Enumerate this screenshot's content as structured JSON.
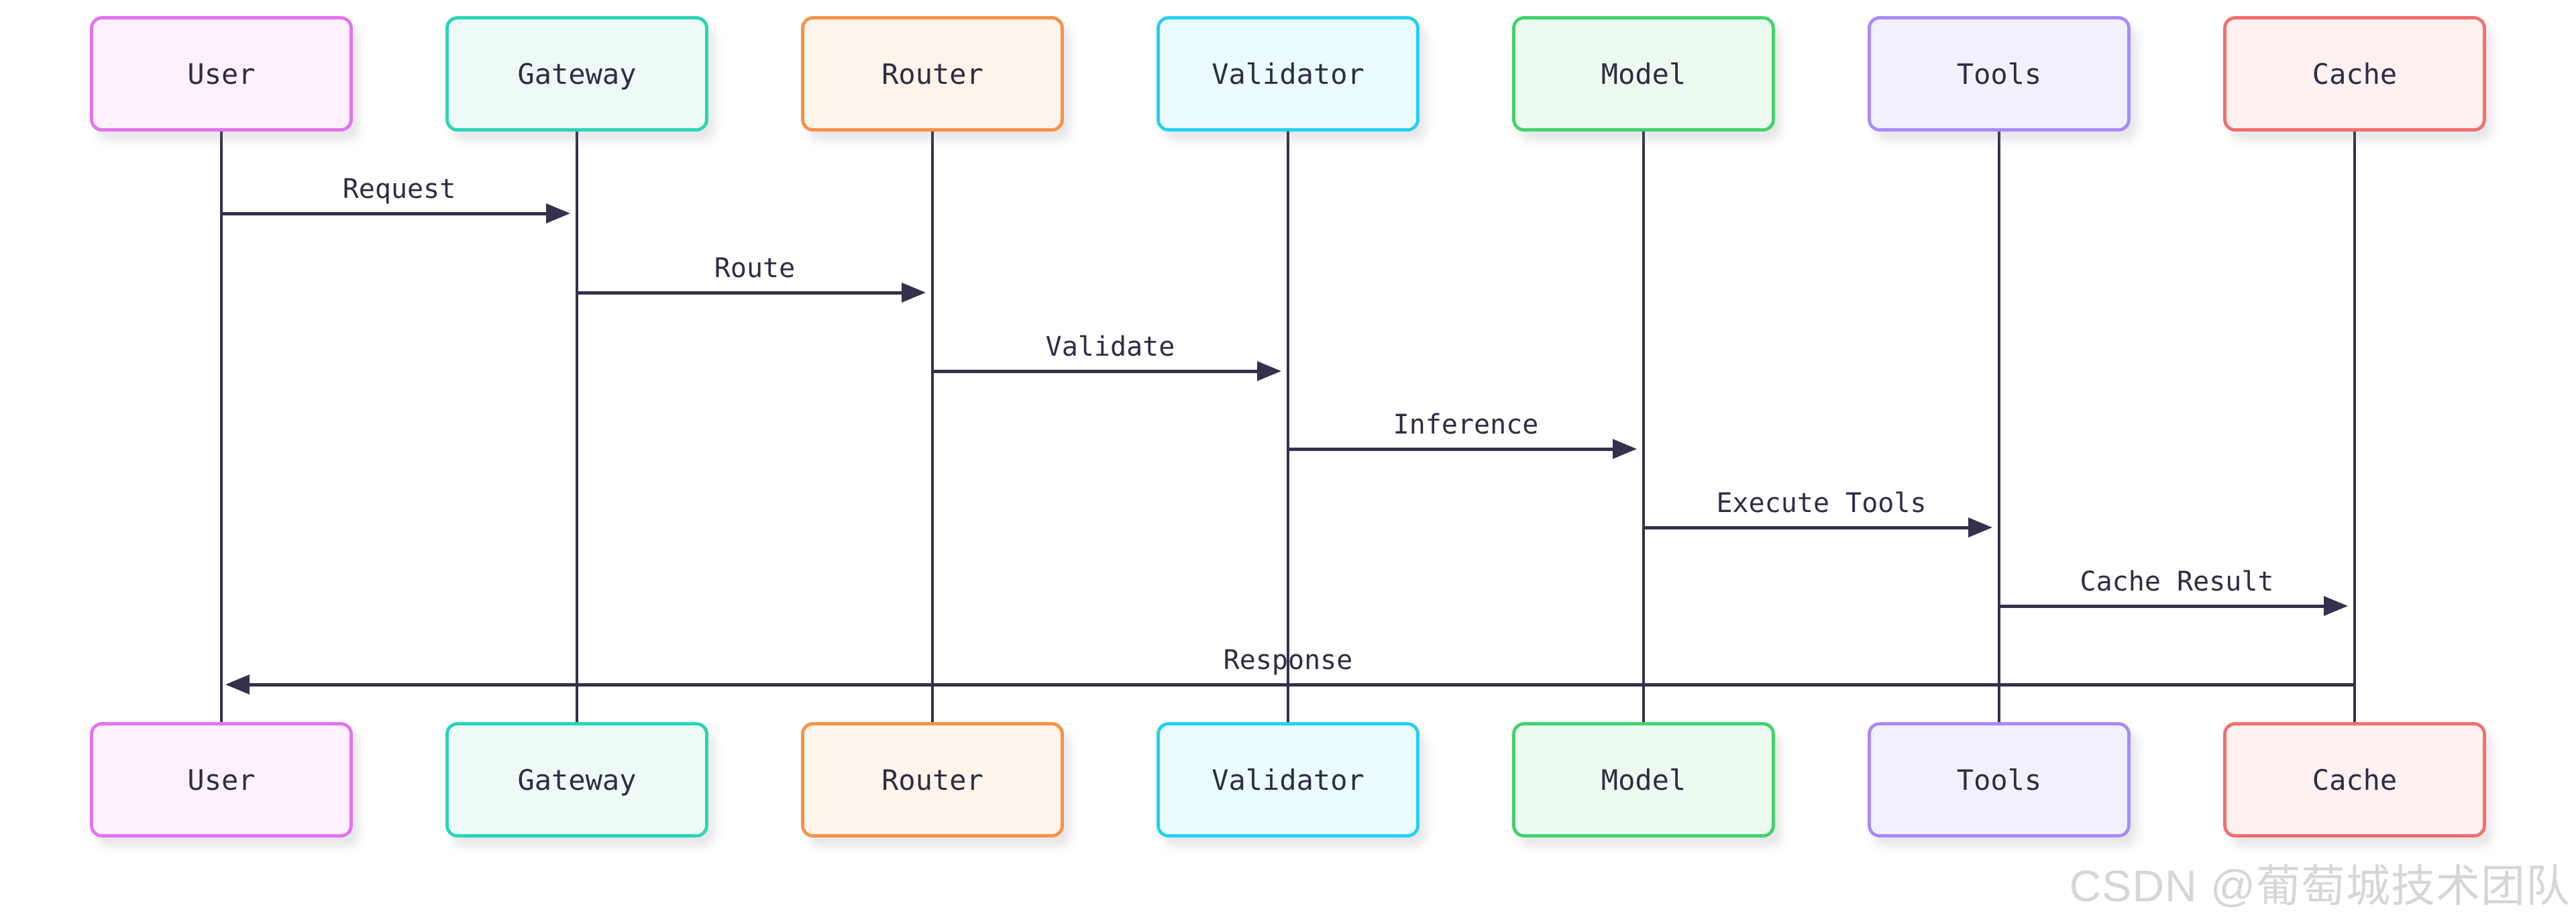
{
  "diagram": {
    "type": "sequence-diagram",
    "background_color": "#ffffff",
    "line_color": "#34314c",
    "text_color": "#2e2d44"
  },
  "actors": [
    {
      "name": "User",
      "border_color": "#e372ee",
      "fill_color": "#fdf1fe"
    },
    {
      "name": "Gateway",
      "border_color": "#2bd4b6",
      "fill_color": "#edfaf6"
    },
    {
      "name": "Router",
      "border_color": "#f79245",
      "fill_color": "#fef4e9"
    },
    {
      "name": "Validator",
      "border_color": "#25d0ee",
      "fill_color": "#ebfbfe"
    },
    {
      "name": "Model",
      "border_color": "#41d36c",
      "fill_color": "#edfaf0"
    },
    {
      "name": "Tools",
      "border_color": "#a78bfa",
      "fill_color": "#f3f0fe"
    },
    {
      "name": "Cache",
      "border_color": "#f26f6f",
      "fill_color": "#fdf1f1"
    }
  ],
  "messages": [
    {
      "label": "Request",
      "from": "User",
      "to": "Gateway",
      "direction": "right"
    },
    {
      "label": "Route",
      "from": "Gateway",
      "to": "Router",
      "direction": "right"
    },
    {
      "label": "Validate",
      "from": "Router",
      "to": "Validator",
      "direction": "right"
    },
    {
      "label": "Inference",
      "from": "Validator",
      "to": "Model",
      "direction": "right"
    },
    {
      "label": "Execute Tools",
      "from": "Model",
      "to": "Tools",
      "direction": "right"
    },
    {
      "label": "Cache Result",
      "from": "Tools",
      "to": "Cache",
      "direction": "right"
    },
    {
      "label": "Response",
      "from": "Cache",
      "to": "User",
      "direction": "left"
    }
  ],
  "watermark": {
    "text": "CSDN @葡萄城技术团队",
    "color": "#d6d6d6"
  }
}
